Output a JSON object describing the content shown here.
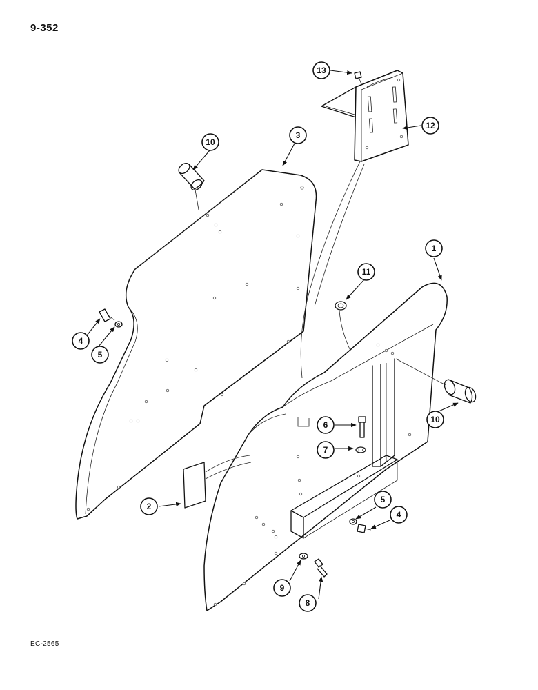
{
  "page_number": "9-352",
  "drawing_code": "EC-2565",
  "callouts": [
    {
      "id": "c1",
      "label": "1"
    },
    {
      "id": "c2",
      "label": "2"
    },
    {
      "id": "c3",
      "label": "3"
    },
    {
      "id": "c4a",
      "label": "4"
    },
    {
      "id": "c4b",
      "label": "4"
    },
    {
      "id": "c5a",
      "label": "5"
    },
    {
      "id": "c5b",
      "label": "5"
    },
    {
      "id": "c6",
      "label": "6"
    },
    {
      "id": "c7",
      "label": "7"
    },
    {
      "id": "c8",
      "label": "8"
    },
    {
      "id": "c9",
      "label": "9"
    },
    {
      "id": "c10a",
      "label": "10"
    },
    {
      "id": "c10b",
      "label": "10"
    },
    {
      "id": "c11",
      "label": "11"
    },
    {
      "id": "c12",
      "label": "12"
    },
    {
      "id": "c13",
      "label": "13"
    }
  ]
}
